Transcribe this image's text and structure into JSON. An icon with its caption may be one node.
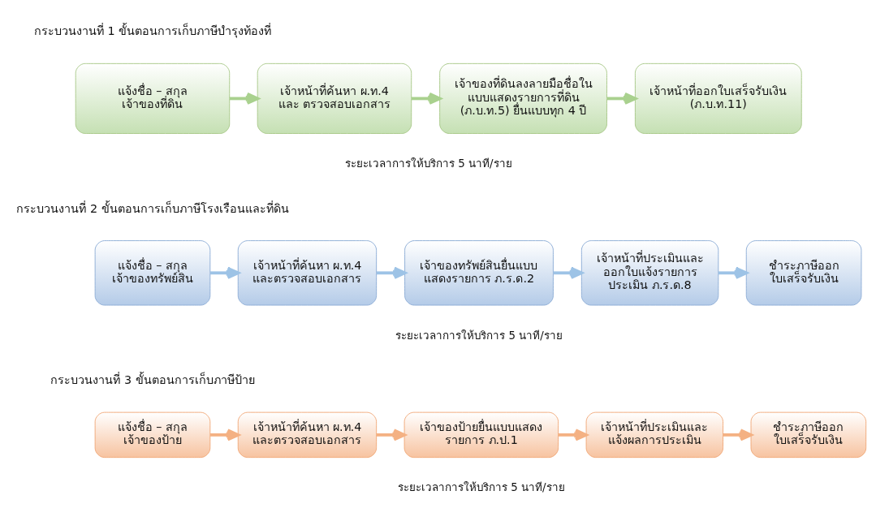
{
  "diagram": {
    "nodes": [
      {
        "text": [
          "แจ้งชื่อ – สกุล เจ้าของที่ดิน"
        ]
      },
      {
        "text": [
          "เจ้าหน้าที่ค้นหา ผ.ท.4 และ ตรวจสอบเอกสาร"
        ]
      },
      {
        "text": [
          "เจ้าของที่ดินลงลายมือชื่อใน แบบแสดงรายการที่ดิน (ภ.บ.ท.5) ยื่นแบบทุก 4 ปี"
        ]
      },
      {
        "text": [
          "เจ้าหน้าที่ออกใบเสร็จรับเงิน (ภ.บ.ท.11)"
        ]
      },
      {
        "text": [
          "แจ้งชื่อ – สกุล เจ้าของทรัพย์สิน"
        ]
      },
      {
        "text": [
          "เจ้าหน้าที่ค้นหา ผ.ท.4 และตรวจสอบเอกสาร"
        ]
      },
      {
        "text": [
          "เจ้าของทรัพย์สินยื่นแบบ แสดงรายการ ภ.ร.ด.2"
        ]
      },
      {
        "text": [
          "เจ้าหน้าที่ประเมินและ ออกใบแจ้งรายการ ประเมิน ภ.ร.ด.8"
        ]
      },
      {
        "text": [
          "ชำระภาษีออก ใบเสร็จรับเงิน"
        ]
      },
      {
        "text": [
          "แจ้งชื่อ – สกุล เจ้าของป้าย"
        ]
      },
      {
        "text": [
          "เจ้าหน้าที่ค้นหา ผ.ท.4 และตรวจสอบเอกสาร"
        ]
      },
      {
        "text": [
          "เจ้าของป้ายยื่นแบบแสดง รายการ ภ.ป.1"
        ]
      },
      {
        "text": [
          "เจ้าหน้าที่ประเมินและ แจ้งผลการประเมิน"
        ]
      },
      {
        "text": [
          "ชำระภาษีออก ใบเสร็จรับเงิน"
        ]
      }
    ],
    "edges": [
      {
        "from": 0,
        "to": 1,
        "arrow": "to",
        "color": "#a9d18e"
      },
      {
        "from": 1,
        "to": 2,
        "arrow": "to",
        "color": "#a9d18e"
      },
      {
        "from": 2,
        "to": 3,
        "arrow": "to",
        "color": "#a9d18e"
      },
      {
        "from": 4,
        "to": 5,
        "arrow": "to",
        "color": "#9dc3e6"
      },
      {
        "from": 5,
        "to": 6,
        "arrow": "to",
        "color": "#9dc3e6"
      },
      {
        "from": 6,
        "to": 7,
        "arrow": "to",
        "color": "#9dc3e6"
      },
      {
        "from": 7,
        "to": 8,
        "arrow": "to",
        "color": "#9dc3e6"
      },
      {
        "from": 9,
        "to": 10,
        "arrow": "to",
        "color": "#f4b183"
      },
      {
        "from": 10,
        "to": 11,
        "arrow": "to",
        "color": "#f4b183"
      },
      {
        "from": 11,
        "to": 12,
        "arrow": "to",
        "color": "#f4b183"
      },
      {
        "from": 12,
        "to": 13,
        "arrow": "to",
        "color": "#f4b183"
      }
    ],
    "labels": [
      "กระบวนงานที่ 1 ขั้นตอนการเก็บภาษีบำรุงท้องที่",
      "ระยะเวลาการให้บริการ 5 นาที/ราย",
      "กระบวนงานที่ 2 ขั้นตอนการเก็บภาษีโรงเรือนและที่ดิน",
      "ระยะเวลาการให้บริการ 5 นาที/ราย",
      "กระบวนงานที่ 3 ขั้นตอนการเก็บภาษีป้าย",
      "ระยะเวลาการให้บริการ 5 นาที/ราย"
    ]
  }
}
